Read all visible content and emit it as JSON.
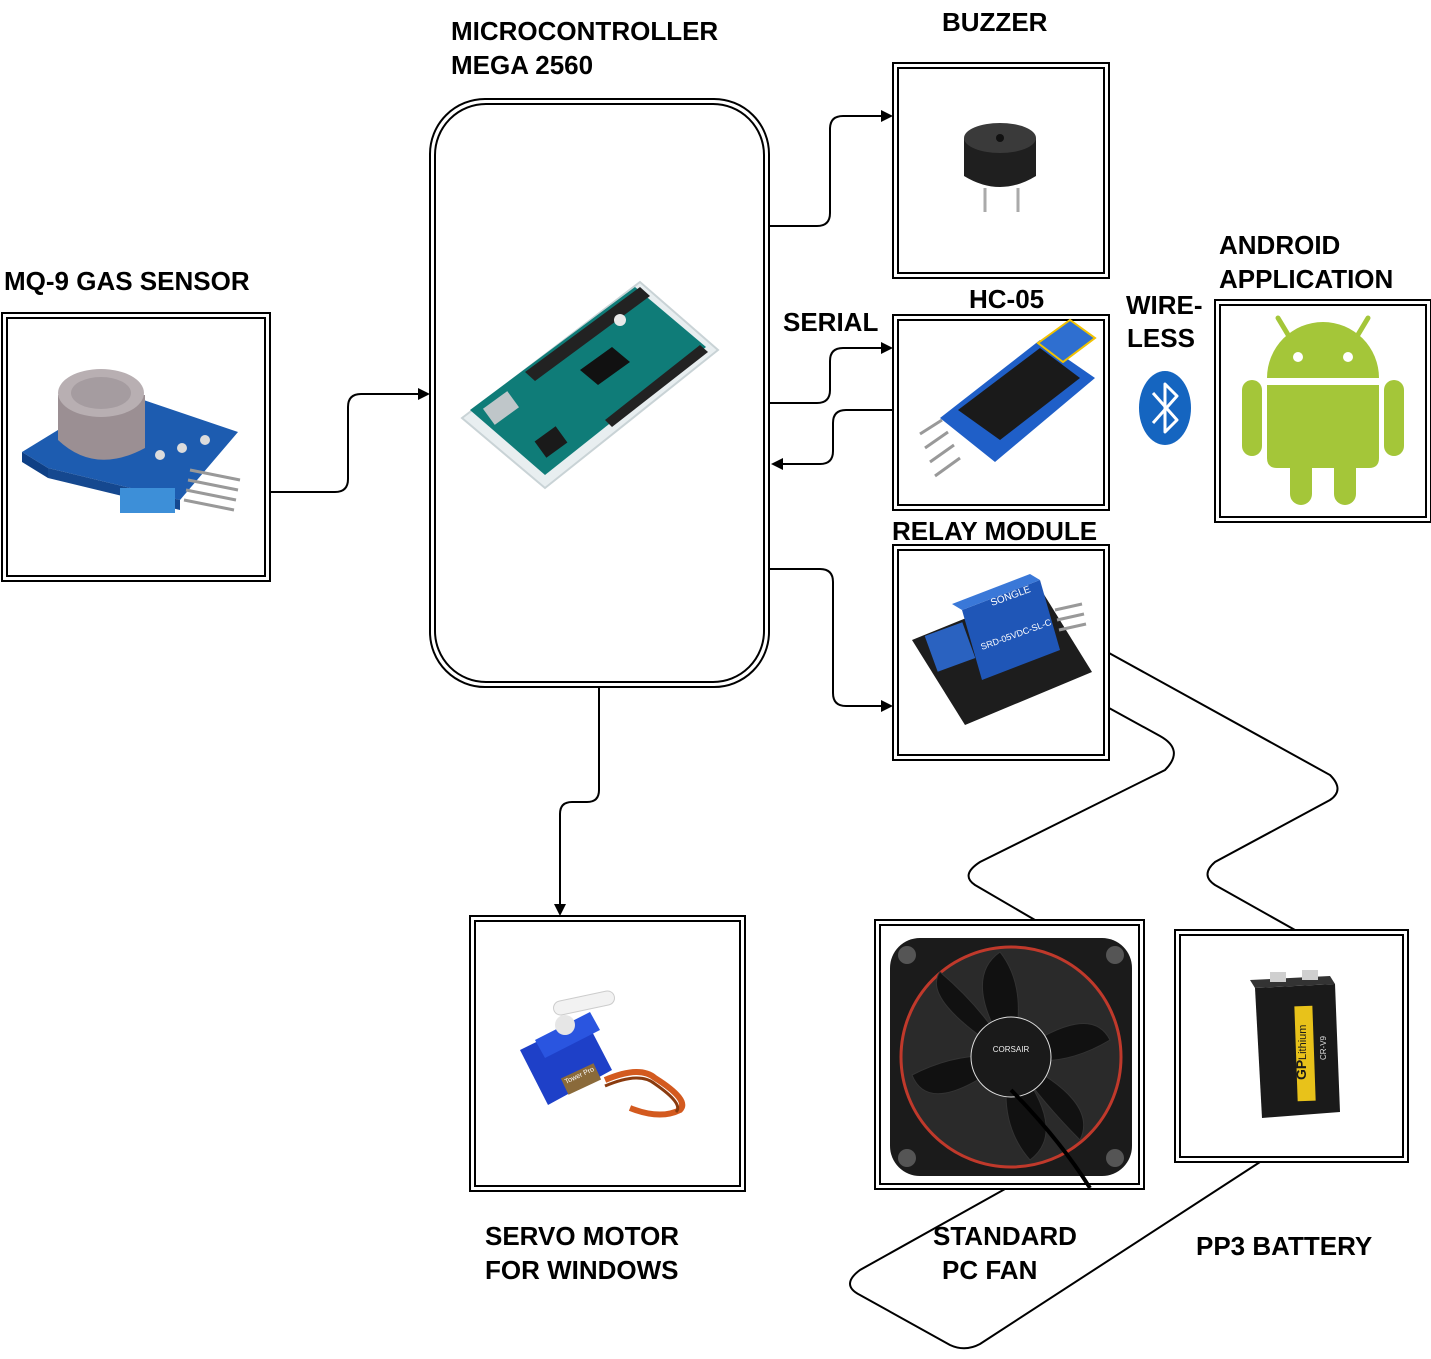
{
  "labels": {
    "gas_sensor": "MQ-9 GAS SENSOR",
    "microcontroller_line1": "MICROCONTROLLER",
    "microcontroller_line2": "MEGA 2560",
    "buzzer": "BUZZER",
    "hc05": "HC-05",
    "serial": "SERIAL",
    "wireless_line1": "WIRE-",
    "wireless_line2": "LESS",
    "android_line1": "ANDROID",
    "android_line2": "APPLICATION",
    "relay": "RELAY MODULE",
    "servo_line1": "SERVO MOTOR",
    "servo_line2": "FOR WINDOWS",
    "fan_line1": "STANDARD",
    "fan_line2": "PC FAN",
    "battery": "PP3 BATTERY"
  },
  "component_text": {
    "fan_brand": "CORSAIR",
    "battery_brand": "GP",
    "battery_type": "Lithium",
    "battery_model": "CR-V9",
    "relay_text": "SONGLE",
    "relay_model": "SRD-05VDC-SL-C",
    "servo_text": "Tower Pro"
  },
  "colors": {
    "android_green": "#a4c639",
    "bluetooth_blue": "#1565c0",
    "arduino_teal": "#0f7c78",
    "module_blue": "#2f6fd0",
    "sensor_blue": "#1d5cb0"
  }
}
